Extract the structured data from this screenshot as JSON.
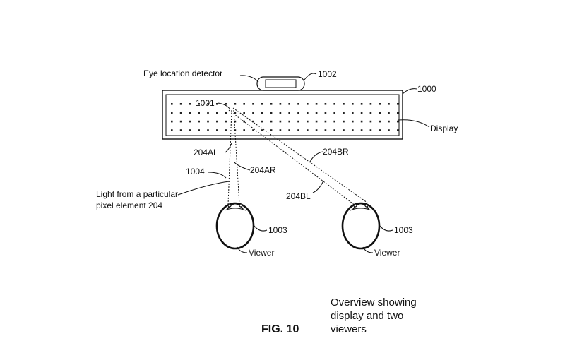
{
  "labels": {
    "detector": "Eye location detector",
    "detector_ref": "1002",
    "display_ref": "1000",
    "display": "Display",
    "pixel_ref": "1001",
    "ray_al": "204AL",
    "ray_ar": "204AR",
    "ray_br": "204BR",
    "ray_bl": "204BL",
    "light_ref": "1004",
    "light_line1": "Light from a particular",
    "light_line2": "pixel element 204",
    "viewer_left_ref": "1003",
    "viewer_right_ref": "1003",
    "viewer_left": "Viewer",
    "viewer_right": "Viewer"
  },
  "figure": {
    "label": "FIG. 10",
    "caption_line1": "Overview showing",
    "caption_line2": "display and two",
    "caption_line3": "viewers"
  }
}
